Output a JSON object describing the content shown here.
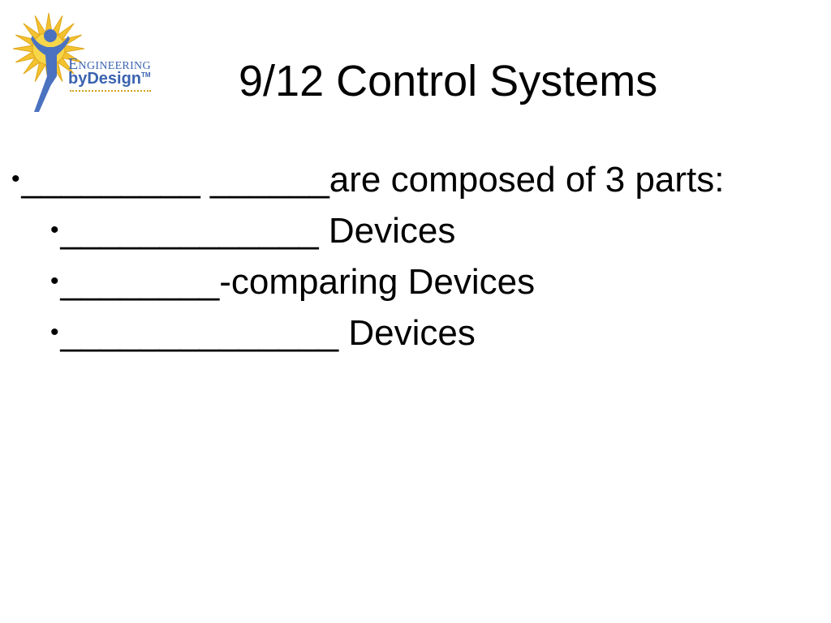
{
  "slide": {
    "title": "9/12 Control Systems",
    "logo": {
      "icon": "sun-figure-logo-icon",
      "line1_cap": "E",
      "line1_rest": "NGINEERING",
      "line2": "byDesign",
      "trademark": "TM",
      "colors": {
        "sun": "#f2c230",
        "figure": "#4a72c0",
        "text": "#3b63b0"
      }
    },
    "bullets": [
      {
        "marker": "•",
        "text": "_________ ______are composed of 3 parts:"
      },
      {
        "marker": "•",
        "text": "_____________ Devices"
      },
      {
        "marker": "•",
        "text": "________-comparing Devices"
      },
      {
        "marker": "•",
        "text": "______________ Devices"
      }
    ]
  }
}
